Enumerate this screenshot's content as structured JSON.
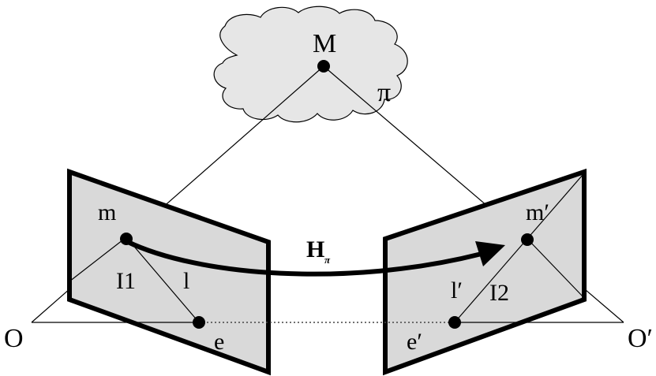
{
  "labels": {
    "scene_point": "M",
    "plane_symbol": "π",
    "left_image_point": "m",
    "right_image_point": "m′",
    "homography_main": "H",
    "homography_sub": "π",
    "left_image_label": "I1",
    "right_image_label": "I2",
    "left_epipolar_line": "l",
    "right_epipolar_line": "l′",
    "left_epipole": "e",
    "right_epipole": "e′",
    "left_center": "O",
    "right_center": "O′"
  },
  "colors": {
    "plane_fill": "#d9d9d9",
    "cloud_fill": "#e6e6e6",
    "stroke": "#000000"
  }
}
